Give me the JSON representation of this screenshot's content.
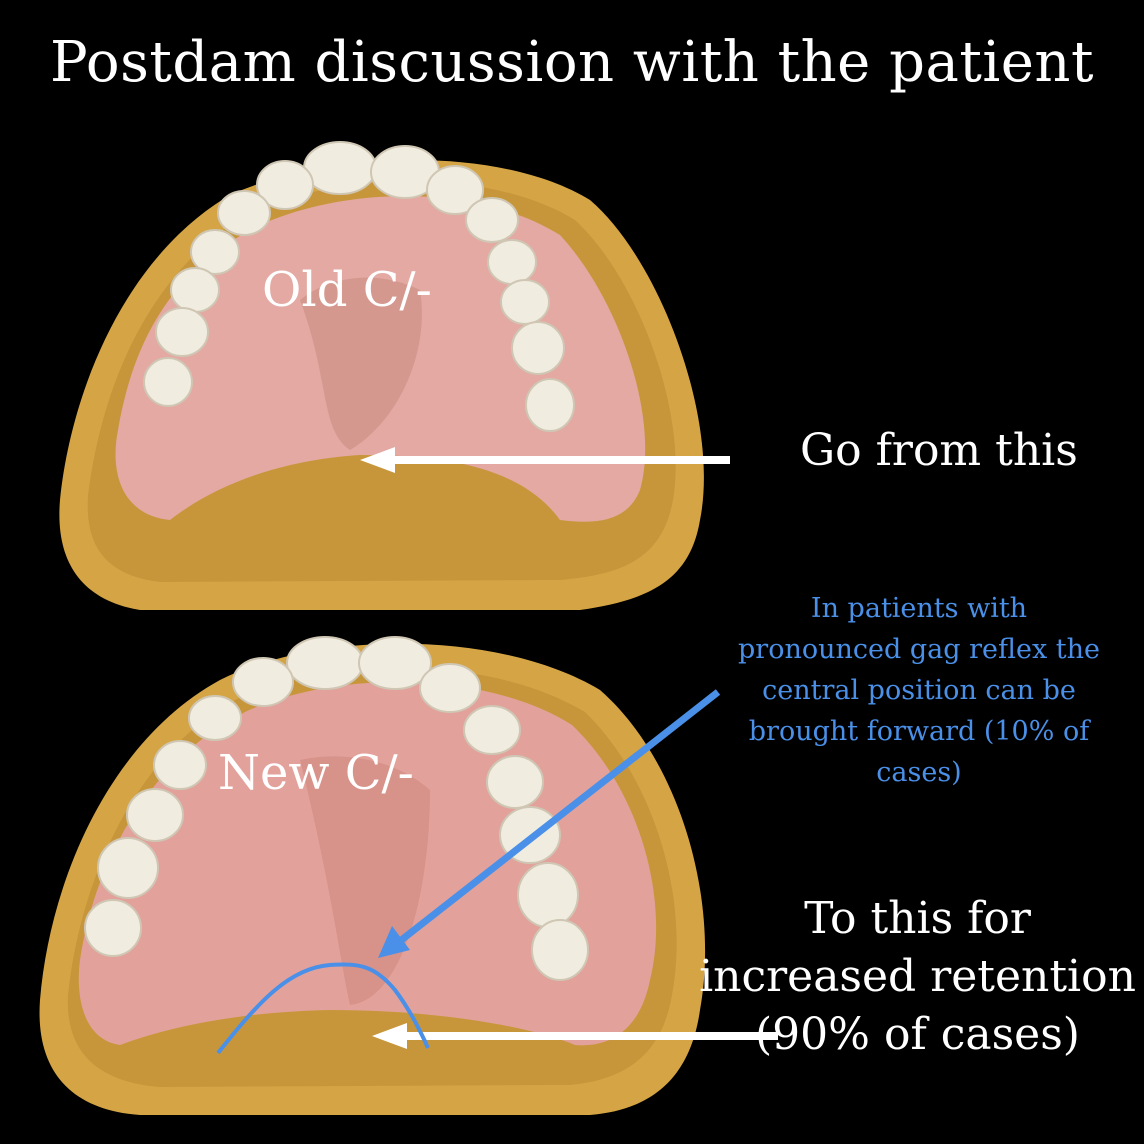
{
  "slide": {
    "title": "Postdam discussion with the patient",
    "upper_label": "Old C/-",
    "lower_label": "New C/-",
    "go_from": "Go from this",
    "to_this": "To this for increased retention (90% of cases)",
    "note": "In patients with pronounced gag reflex the central position can be brought forward (10% of cases)"
  },
  "colors": {
    "background": "#000000",
    "text": "#ffffff",
    "accent_blue": "#4a90e8",
    "stone_cast": "#d6a94a",
    "denture_base": "#e6a8a2",
    "teeth": "#f1ece0"
  },
  "icons": {
    "white_arrow": "arrow-left",
    "blue_arrow": "arrow-down-left",
    "postdam_curve": "arc"
  }
}
